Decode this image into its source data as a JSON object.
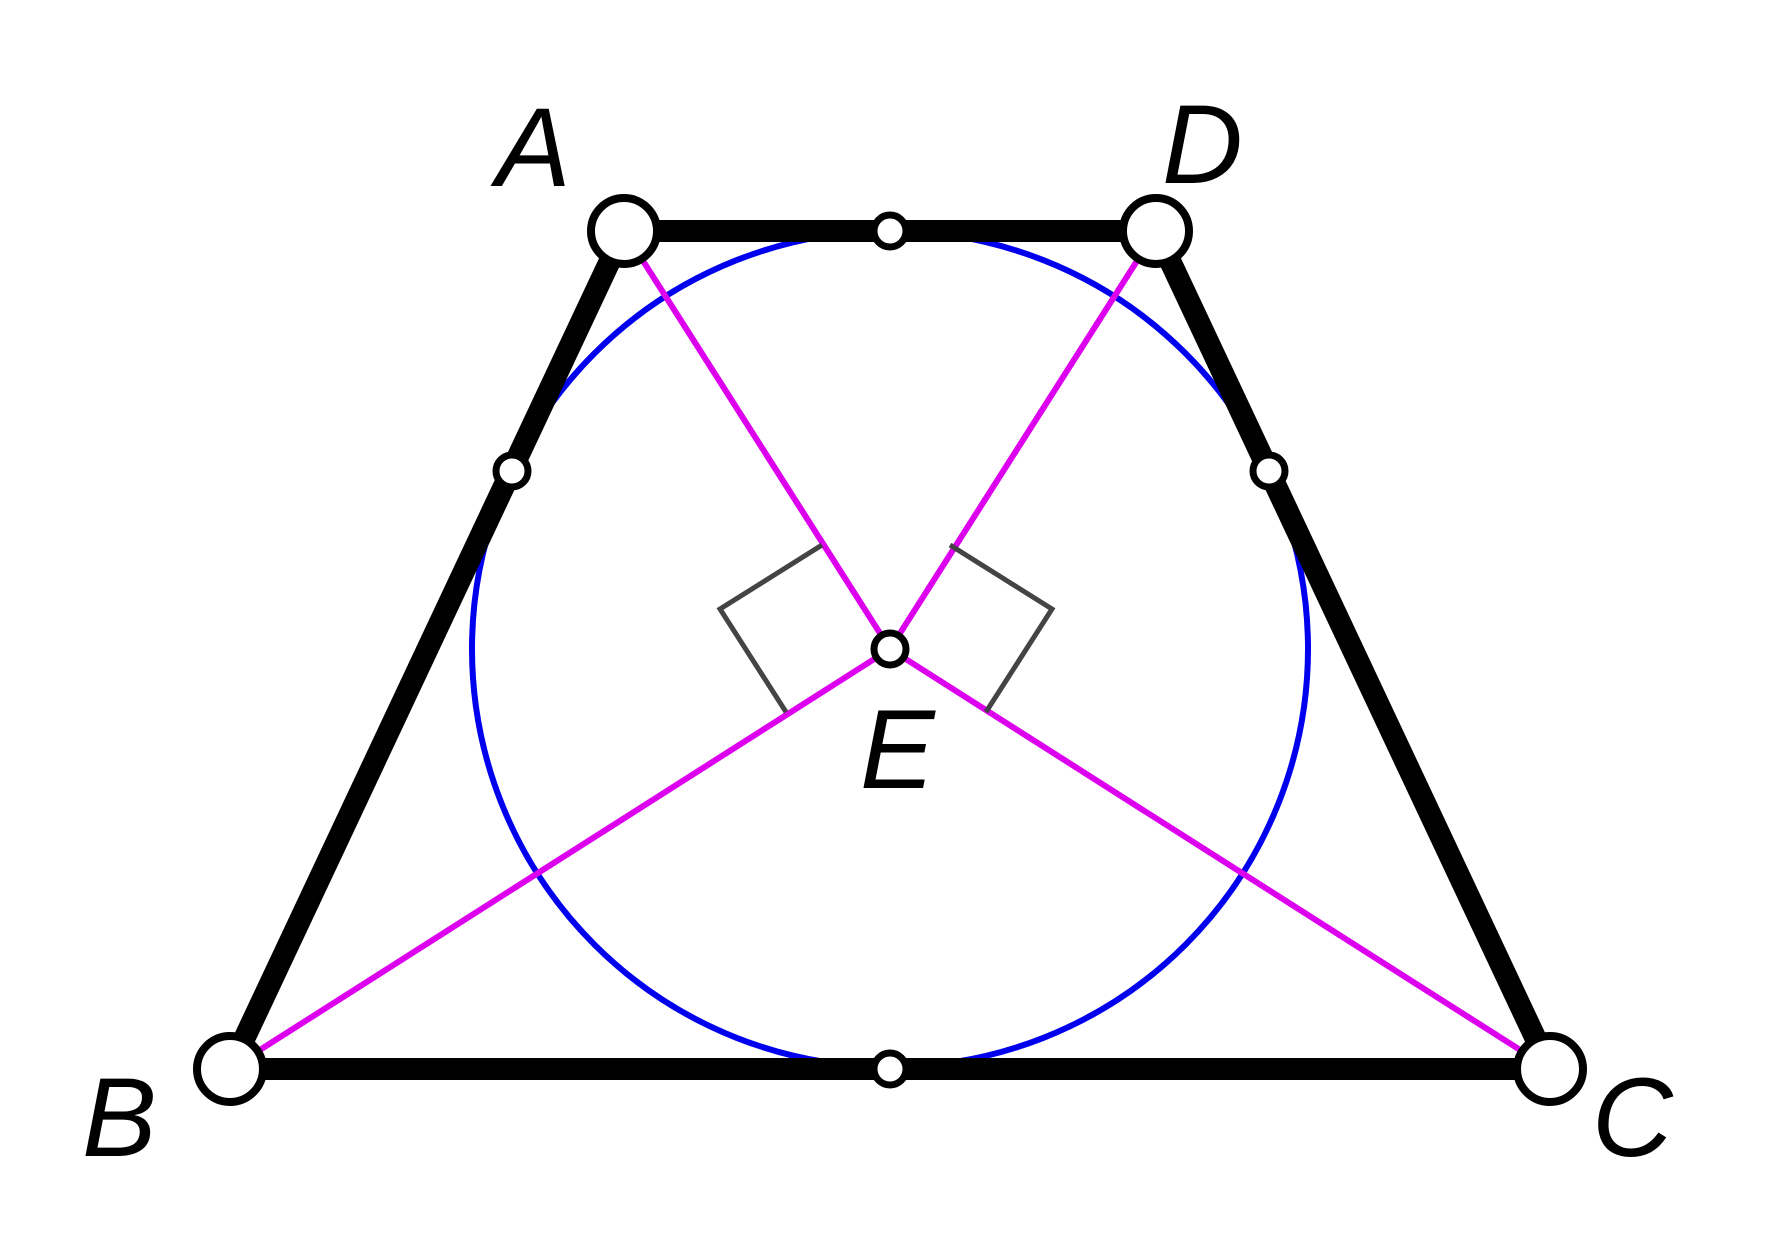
{
  "points": {
    "A": "A",
    "B": "B",
    "C": "C",
    "D": "D",
    "E": "E"
  },
  "colors": {
    "trapezoid": "#000000",
    "incircle": "#0000ee",
    "bisectors": "#dd00ee",
    "right_angle_marks": "#444444",
    "point_fill": "#ffffff",
    "point_stroke": "#000000"
  }
}
